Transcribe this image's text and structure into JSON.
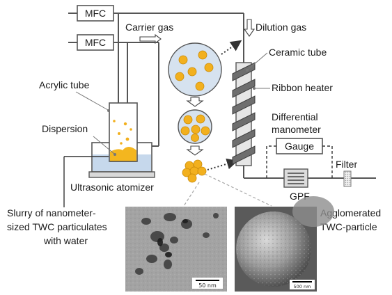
{
  "labels": {
    "mfc_top": "MFC",
    "mfc_mid": "MFC",
    "carrier_gas": "Carrier gas",
    "dilution_gas": "Dilution gas",
    "ceramic_tube": "Ceramic tube",
    "ribbon_heater": "Ribbon heater",
    "acrylic_tube": "Acrylic tube",
    "dispersion": "Dispersion",
    "differential_line1": "Differential",
    "differential_line2": "manometer",
    "gauge": "Gauge",
    "filter": "Filter",
    "gpf": "GPF",
    "ultrasonic_atomizer": "Ultrasonic atomizer",
    "slurry_line1": "Slurry of nanometer-",
    "slurry_line2": "sized TWC particulates",
    "slurry_line3": "with water",
    "agglomerated_line1": "Agglomerated",
    "agglomerated_line2": "TWC-particle",
    "scale_left": "50 nm",
    "scale_right": "500 nm"
  },
  "colors": {
    "particle": "#f2b01e",
    "particle_edge": "#c98a08",
    "droplet_fill": "#d6e2ef",
    "liquid": "#f4b61f",
    "water_bath": "#c6d8ec",
    "line": "#555555"
  }
}
